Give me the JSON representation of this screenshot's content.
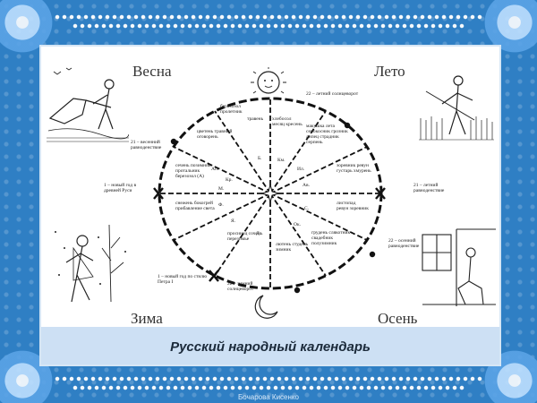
{
  "seasons": {
    "spring": "Весна",
    "summer": "Лето",
    "winter": "Зима",
    "autumn": "Осень"
  },
  "caption": "Русский народный календарь",
  "footer": "Бочарова Кисенко",
  "wheel": {
    "top_note": "22 – летний солнцеворот",
    "left_note": "21 – весенний равноденствие",
    "left_note2": "1 – новый год в древней Руси",
    "right_note": "21 – летний равноденствие",
    "right_note2": "22 – осенний равноденствие",
    "bottom_left_note": "22 – зимний солнцеворот",
    "bottom_note": "1 – новый год по стилю Петра I",
    "months_inner": [
      "Ап.",
      "Б.",
      "Км.",
      "Ил.",
      "Ав.",
      "С.",
      "Ок.",
      "Д.",
      "Я.",
      "Ф.",
      "М.",
      "Кр."
    ],
    "sectors": [
      "травень",
      "хлебосол месяц кресень",
      "макушка лета сенокосник грозник липец страдник серпень",
      "зоревник ревун густарь хмурень",
      "листопад ревун зоревник",
      "грудень слякотник свадебник полузимник",
      "лютень студень зимник",
      "просинец сочень перезимье",
      "снежень бокогрей прибавление света",
      "сечень позимник протальник березозол (А)",
      "цветень травный оговорень",
      "березозол пролетник"
    ]
  }
}
